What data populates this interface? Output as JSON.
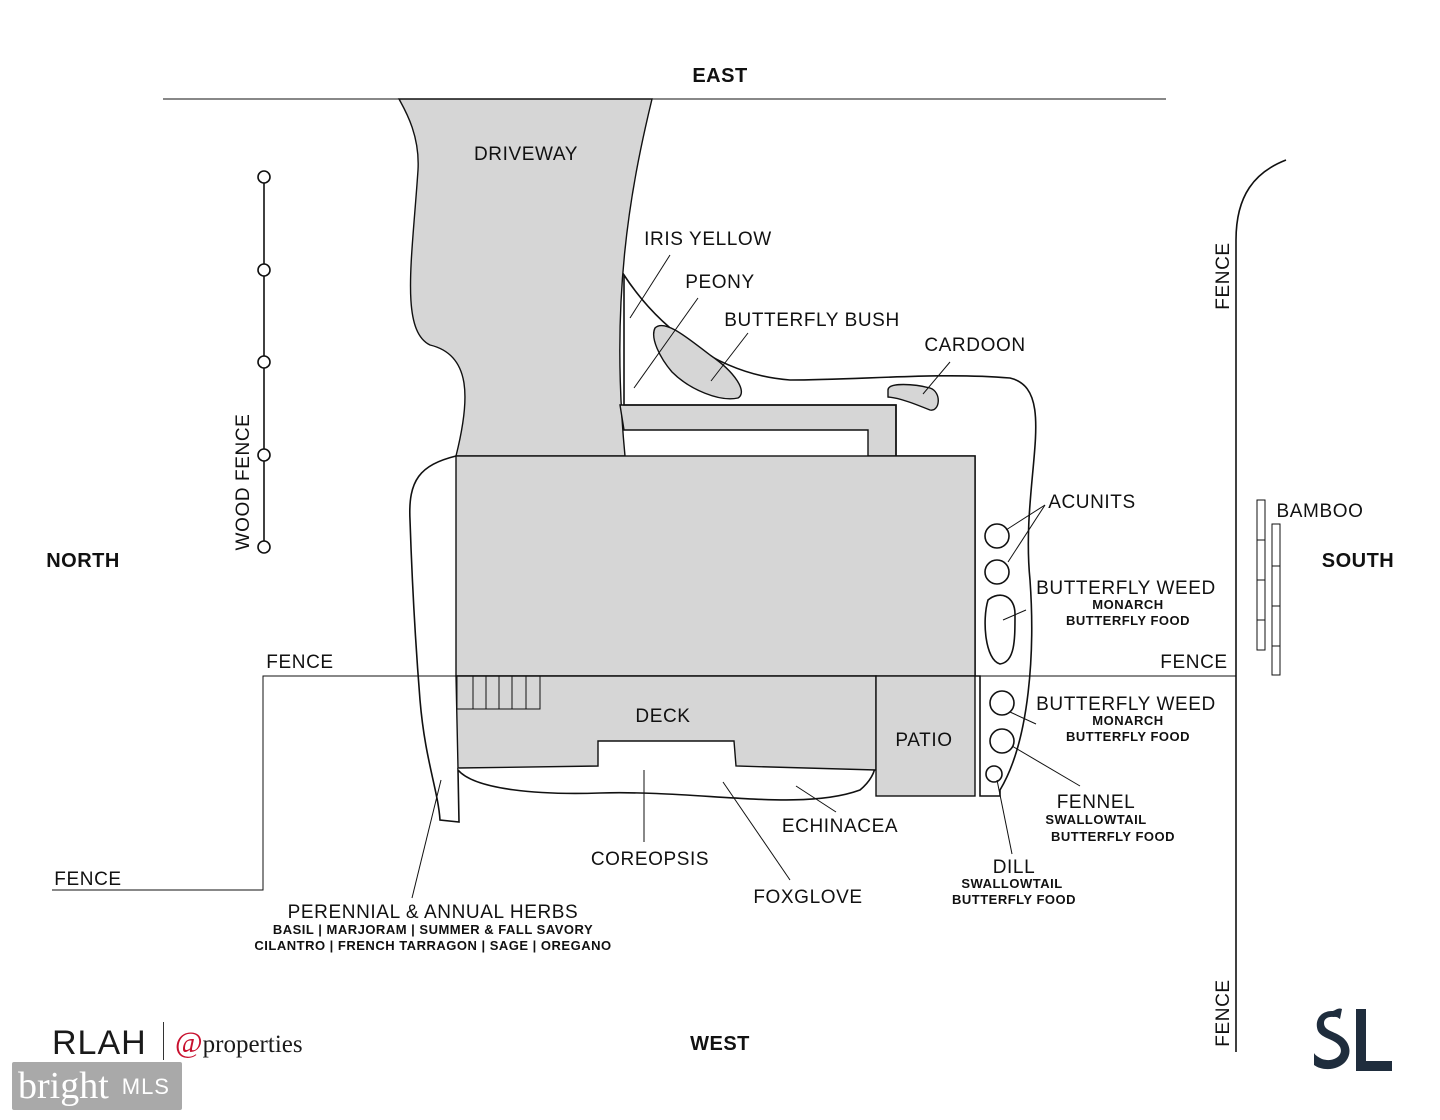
{
  "directions": {
    "east": "EAST",
    "west": "WEST",
    "north": "NORTH",
    "south": "SOUTH"
  },
  "labels": {
    "driveway": "DRIVEWAY",
    "iris": "IRIS YELLOW",
    "peony": "PEONY",
    "butterfly_bush": "BUTTERFLY BUSH",
    "cardoon": "CARDOON",
    "acunits": "ACUNITS",
    "butterfly_weed_1": "BUTTERFLY WEED",
    "butterfly_weed_1_sub1": "MONARCH",
    "butterfly_weed_1_sub2": "BUTTERFLY FOOD",
    "butterfly_weed_2": "BUTTERFLY WEED",
    "butterfly_weed_2_sub1": "MONARCH",
    "butterfly_weed_2_sub2": "BUTTERFLY FOOD",
    "fennel": "FENNEL",
    "fennel_sub1": "SWALLOWTAIL",
    "fennel_sub2": "BUTTERFLY FOOD",
    "dill": "DILL",
    "dill_sub1": "SWALLOWTAIL",
    "dill_sub2": "BUTTERFLY FOOD",
    "bamboo": "BAMBOO",
    "deck": "DECK",
    "patio": "PATIO",
    "echinacea": "ECHINACEA",
    "coreopsis": "COREOPSIS",
    "foxglove": "FOXGLOVE",
    "herbs": "PERENNIAL & ANNUAL HERBS",
    "herbs_sub1": "BASIL | MARJORAM | SUMMER & FALL SAVORY",
    "herbs_sub2": "CILANTRO | FRENCH TARRAGON | SAGE | OREGANO",
    "wood_fence": "WOOD FENCE",
    "fence_left": "FENCE",
    "fence_bottom_left": "FENCE",
    "fence_right": "FENCE",
    "fence_vertical_top": "FENCE",
    "fence_vertical_bottom": "FENCE"
  },
  "logos": {
    "rlah": "RLAH",
    "properties_at": "@",
    "properties": "properties",
    "bright": "bright",
    "mls": "MLS"
  },
  "colors": {
    "bed_fill": "#d6d6d6",
    "ink": "#111111",
    "at_red": "#c8102e"
  }
}
